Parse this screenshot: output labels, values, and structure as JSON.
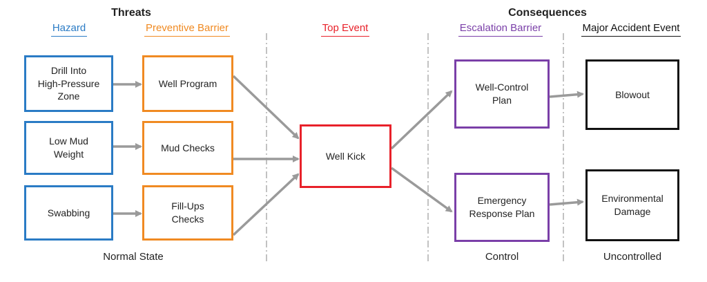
{
  "sections": {
    "threats": "Threats",
    "consequences": "Consequences"
  },
  "columns": {
    "hazard": "Hazard",
    "preventive_barrier": "Preventive Barrier",
    "top_event": "Top Event",
    "escalation_barrier": "Escalation Barrier",
    "major_accident_event": "Major Accident Event"
  },
  "hazards": [
    "Drill Into\nHigh-Pressure\nZone",
    "Low Mud\nWeight",
    "Swabbing"
  ],
  "preventive_barriers": [
    "Well Program",
    "Mud Checks",
    "Fill-Ups\nChecks"
  ],
  "top_event": "Well Kick",
  "escalation_barriers": [
    "Well-Control\nPlan",
    "Emergency\nResponse Plan"
  ],
  "major_accident_events": [
    "Blowout",
    "Environmental\nDamage"
  ],
  "states": {
    "normal": "Normal State",
    "control": "Control",
    "uncontrolled": "Uncontrolled"
  },
  "colors": {
    "hazard": "#2a7bc5",
    "preventive": "#f08a22",
    "top_event": "#e8212a",
    "escalation": "#7a3fa8",
    "accident": "#111111",
    "arrow": "#9a9a9a",
    "divider": "#9a9a9a"
  }
}
